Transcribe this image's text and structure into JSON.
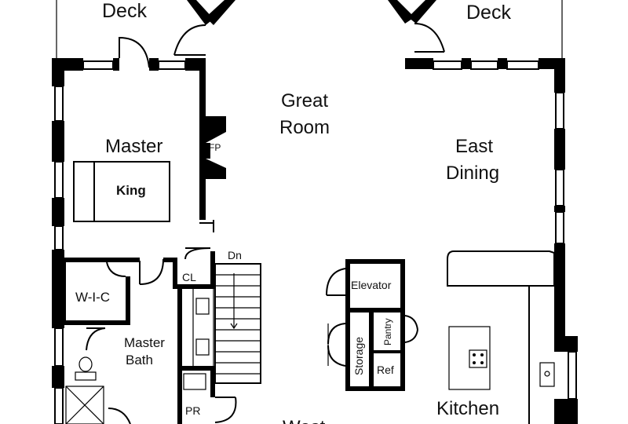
{
  "rooms": {
    "deck_left": "Deck",
    "deck_right": "Deck",
    "great_room_line1": "Great",
    "great_room_line2": "Room",
    "master": "Master",
    "bed": "King",
    "fireplace": "FP",
    "east_dining_line1": "East",
    "east_dining_line2": "Dining",
    "stairs": "Dn",
    "closet": "CL",
    "walk_in_closet": "W-I-C",
    "master_bath_line1": "Master",
    "master_bath_line2": "Bath",
    "elevator": "Elevator",
    "storage": "Storage",
    "pantry": "Pantry",
    "refrigerator": "Ref",
    "powder_room": "PR",
    "kitchen": "Kitchen",
    "west_partial": "West"
  }
}
